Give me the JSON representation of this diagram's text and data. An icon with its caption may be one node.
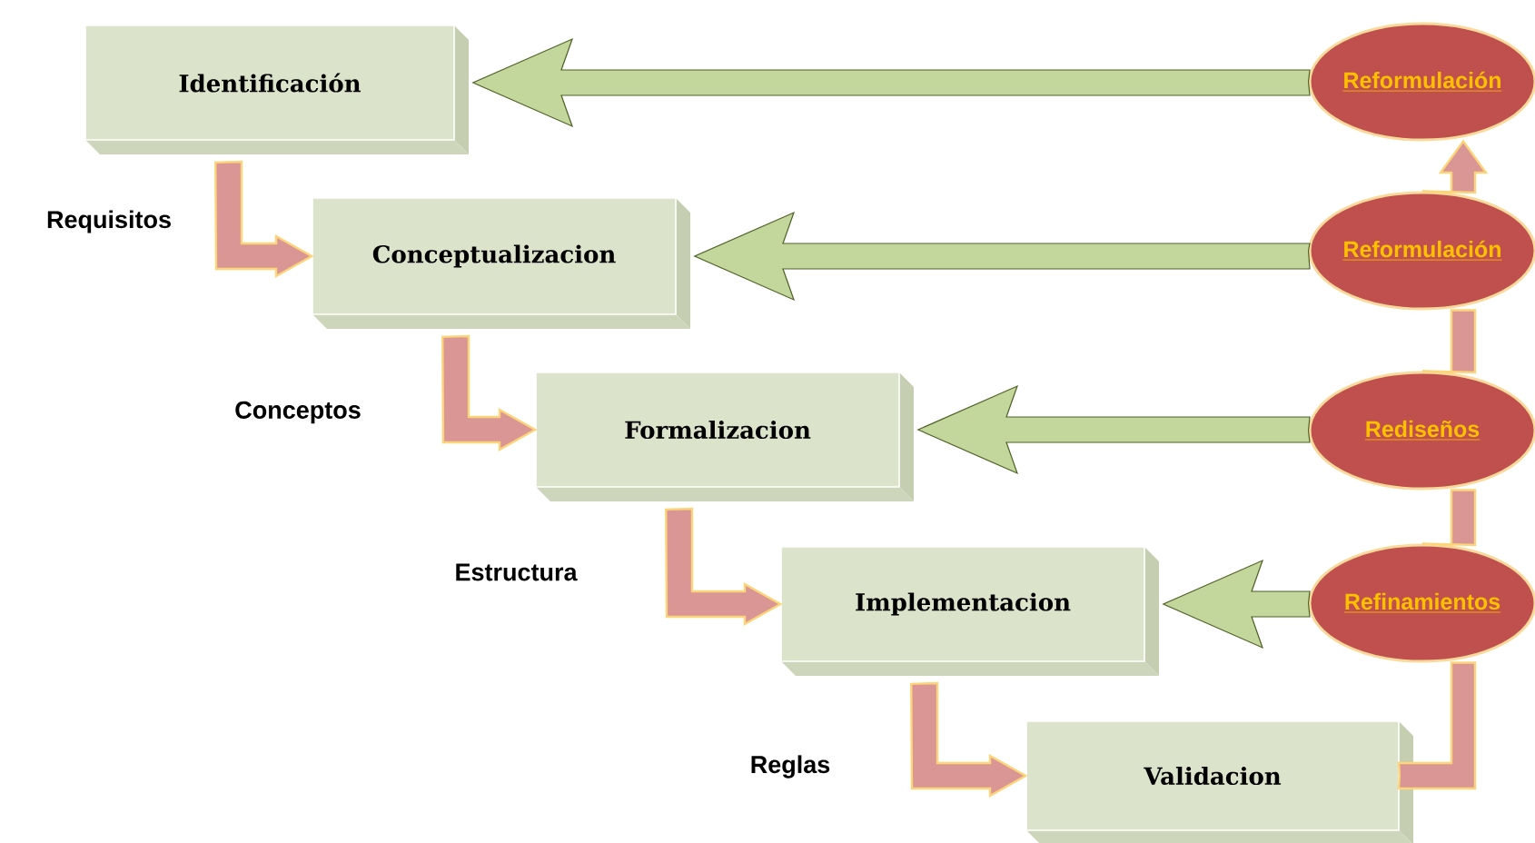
{
  "diagram": {
    "nodes": [
      {
        "text": [
          "Identificación"
        ]
      },
      {
        "text": [
          "Conceptualizacion"
        ]
      },
      {
        "text": [
          "Formalizacion"
        ]
      },
      {
        "text": [
          "Implementacion"
        ]
      },
      {
        "text": [
          "Validacion"
        ]
      },
      {
        "text": [
          "Reformulación"
        ]
      },
      {
        "text": [
          "Reformulación"
        ]
      },
      {
        "text": [
          "Rediseños"
        ]
      },
      {
        "text": [
          "Refinamientos"
        ]
      }
    ],
    "edges": [
      {
        "from": 0,
        "to": 1,
        "arrow": "to"
      },
      {
        "from": 1,
        "to": 2,
        "arrow": "to"
      },
      {
        "from": 2,
        "to": 3,
        "arrow": "to"
      },
      {
        "from": 3,
        "to": 4,
        "arrow": "to"
      },
      {
        "from": 5,
        "to": 0,
        "arrow": "to",
        "color": "#c3d69b"
      },
      {
        "from": 6,
        "to": 1,
        "arrow": "to",
        "color": "#c3d69b"
      },
      {
        "from": 7,
        "to": 2,
        "arrow": "to",
        "color": "#c3d69b"
      },
      {
        "from": 8,
        "to": 3,
        "arrow": "to",
        "color": "#c3d69b"
      },
      {
        "from": 4,
        "to": 8,
        "arrow": "none"
      },
      {
        "from": 8,
        "to": 7,
        "arrow": "none"
      },
      {
        "from": 7,
        "to": 6,
        "arrow": "none"
      },
      {
        "from": 6,
        "to": 5,
        "arrow": "to"
      }
    ],
    "labels": [
      "Requisitos",
      "Conceptos",
      "Estructura",
      "Reglas"
    ]
  }
}
